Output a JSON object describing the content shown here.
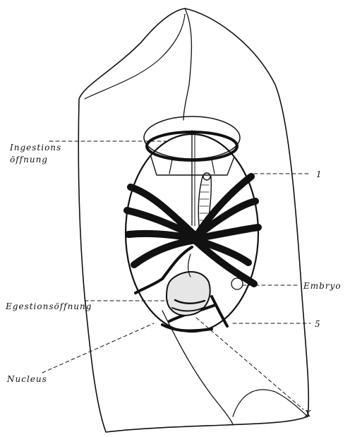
{
  "labels": {
    "ingestion_line1": "Ingestions",
    "ingestion_line2": "öffnung",
    "egestion": "Egestionsöffnung",
    "nucleus": "Nucleus",
    "embryo": "Embryo",
    "num_1": "1",
    "num_5": "5",
    "mark_x": "X"
  },
  "colors": {
    "ink": "#111111",
    "paper": "#ffffff"
  }
}
